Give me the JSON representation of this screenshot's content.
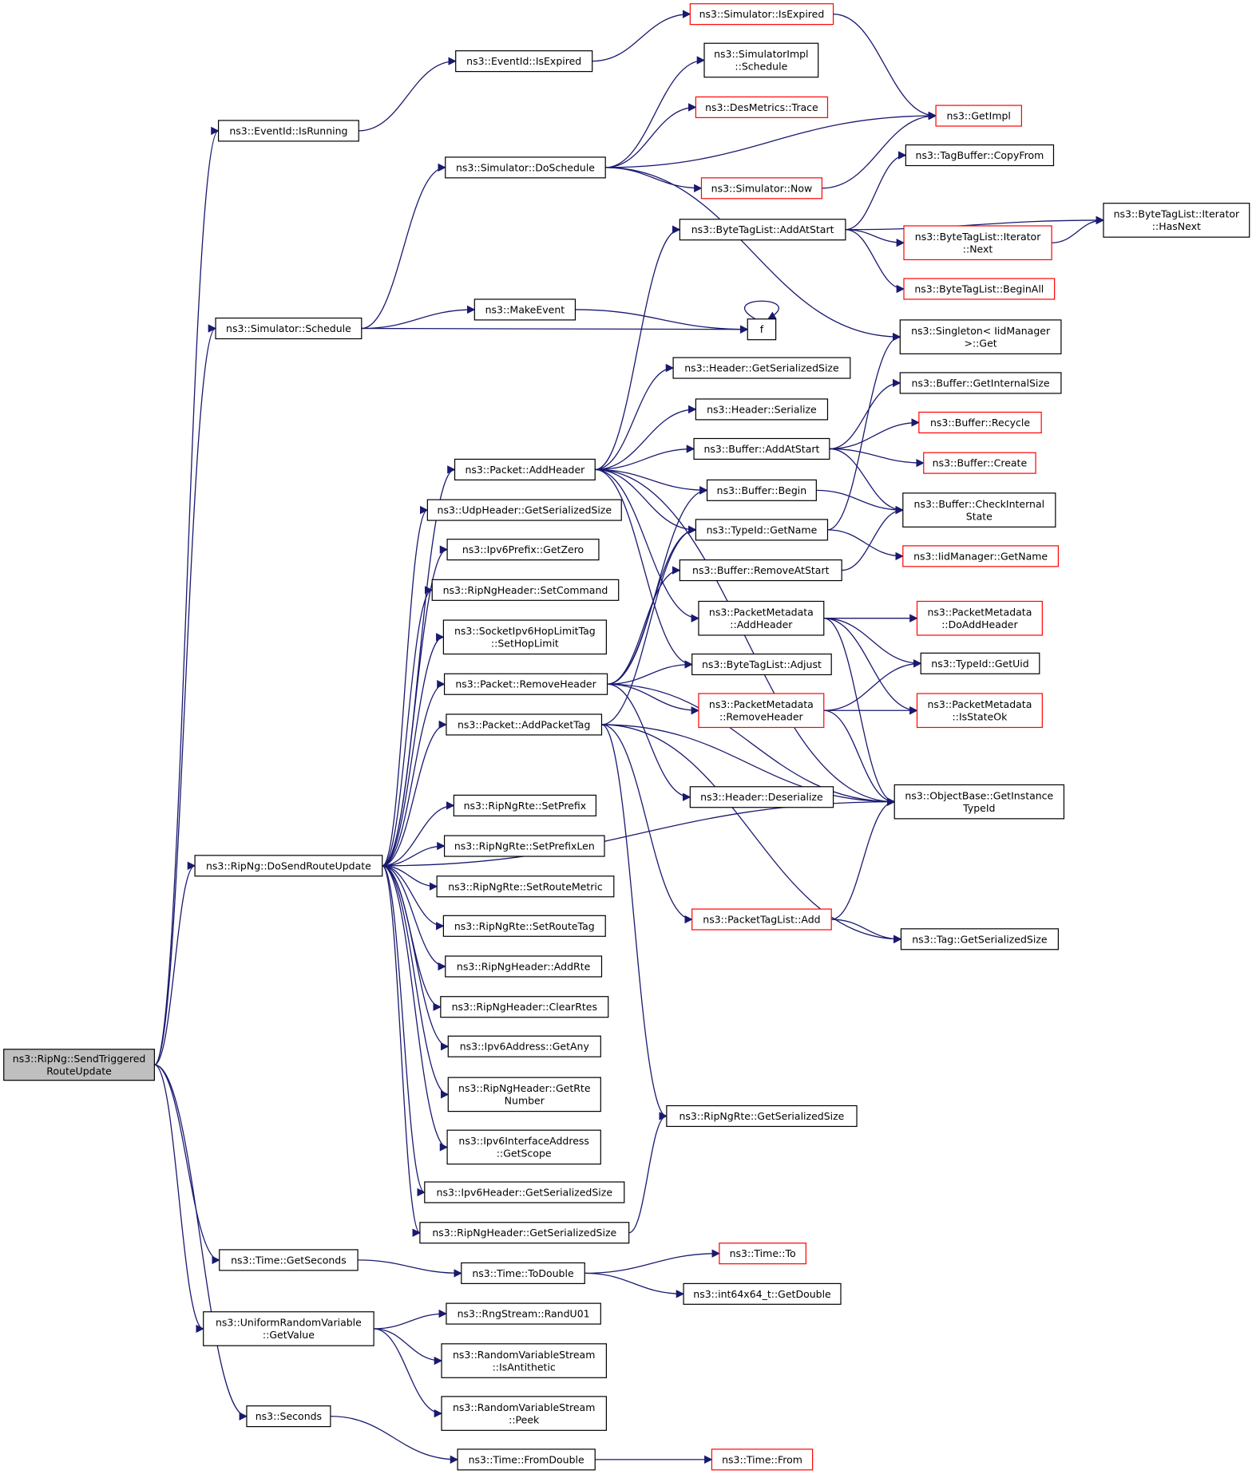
{
  "colors": {
    "edge": "#191970",
    "node_border": "#000000",
    "truncated_border": "#ff0000",
    "root_fill": "#bfbfbf"
  },
  "nodes": [
    {
      "id": "root",
      "lines": [
        "ns3::RipNg::SendTriggered",
        "RouteUpdate"
      ],
      "root": true
    },
    {
      "id": "isRunning",
      "lines": [
        "ns3::EventId::IsRunning"
      ]
    },
    {
      "id": "eidIsExpired",
      "lines": [
        "ns3::EventId::IsExpired"
      ]
    },
    {
      "id": "simIsExpired",
      "lines": [
        "ns3::Simulator::IsExpired"
      ],
      "red": true
    },
    {
      "id": "getImpl",
      "lines": [
        "ns3::GetImpl"
      ],
      "red": true
    },
    {
      "id": "simImplSchedule",
      "lines": [
        "ns3::SimulatorImpl",
        "::Schedule"
      ]
    },
    {
      "id": "desTrace",
      "lines": [
        "ns3::DesMetrics::Trace"
      ],
      "red": true
    },
    {
      "id": "doSchedule",
      "lines": [
        "ns3::Simulator::DoSchedule"
      ]
    },
    {
      "id": "simNow",
      "lines": [
        "ns3::Simulator::Now"
      ],
      "red": true
    },
    {
      "id": "tagCopyFrom",
      "lines": [
        "ns3::TagBuffer::CopyFrom"
      ]
    },
    {
      "id": "btlAddAtStart",
      "lines": [
        "ns3::ByteTagList::AddAtStart"
      ]
    },
    {
      "id": "btlIterHasNext",
      "lines": [
        "ns3::ByteTagList::Iterator",
        "::HasNext"
      ]
    },
    {
      "id": "btlIterNext",
      "lines": [
        "ns3::ByteTagList::Iterator",
        "::Next"
      ],
      "red": true
    },
    {
      "id": "btlBeginAll",
      "lines": [
        "ns3::ByteTagList::BeginAll"
      ],
      "red": true
    },
    {
      "id": "simSchedule",
      "lines": [
        "ns3::Simulator::Schedule"
      ]
    },
    {
      "id": "makeEvent",
      "lines": [
        "ns3::MakeEvent"
      ]
    },
    {
      "id": "f",
      "lines": [
        "f"
      ]
    },
    {
      "id": "singletonGet",
      "lines": [
        "ns3::Singleton< IidManager",
        ">::Get"
      ]
    },
    {
      "id": "hdrGetSerSize",
      "lines": [
        "ns3::Header::GetSerializedSize"
      ]
    },
    {
      "id": "bufGetInternalSize",
      "lines": [
        "ns3::Buffer::GetInternalSize"
      ]
    },
    {
      "id": "hdrSerialize",
      "lines": [
        "ns3::Header::Serialize"
      ]
    },
    {
      "id": "bufRecycle",
      "lines": [
        "ns3::Buffer::Recycle"
      ],
      "red": true
    },
    {
      "id": "bufAddAtStart",
      "lines": [
        "ns3::Buffer::AddAtStart"
      ]
    },
    {
      "id": "bufCreate",
      "lines": [
        "ns3::Buffer::Create"
      ],
      "red": true
    },
    {
      "id": "pktAddHeader",
      "lines": [
        "ns3::Packet::AddHeader"
      ]
    },
    {
      "id": "bufBegin",
      "lines": [
        "ns3::Buffer::Begin"
      ]
    },
    {
      "id": "bufCheckInternal",
      "lines": [
        "ns3::Buffer::CheckInternal",
        "State"
      ]
    },
    {
      "id": "udpGetSerSize",
      "lines": [
        "ns3::UdpHeader::GetSerializedSize"
      ]
    },
    {
      "id": "typeIdGetName",
      "lines": [
        "ns3::TypeId::GetName"
      ]
    },
    {
      "id": "iidGetName",
      "lines": [
        "ns3::IidManager::GetName"
      ],
      "red": true
    },
    {
      "id": "ipv6PrefixGetZero",
      "lines": [
        "ns3::Ipv6Prefix::GetZero"
      ]
    },
    {
      "id": "bufRemoveAtStart",
      "lines": [
        "ns3::Buffer::RemoveAtStart"
      ]
    },
    {
      "id": "ripHdrSetCommand",
      "lines": [
        "ns3::RipNgHeader::SetCommand"
      ]
    },
    {
      "id": "pmAddHeader",
      "lines": [
        "ns3::PacketMetadata",
        "::AddHeader"
      ]
    },
    {
      "id": "pmDoAddHeader",
      "lines": [
        "ns3::PacketMetadata",
        "::DoAddHeader"
      ],
      "red": true
    },
    {
      "id": "sockSetHopLimit",
      "lines": [
        "ns3::SocketIpv6HopLimitTag",
        "::SetHopLimit"
      ]
    },
    {
      "id": "btlAdjust",
      "lines": [
        "ns3::ByteTagList::Adjust"
      ]
    },
    {
      "id": "typeIdGetUid",
      "lines": [
        "ns3::TypeId::GetUid"
      ]
    },
    {
      "id": "pktRemoveHeader",
      "lines": [
        "ns3::Packet::RemoveHeader"
      ]
    },
    {
      "id": "pmRemoveHeader",
      "lines": [
        "ns3::PacketMetadata",
        "::RemoveHeader"
      ],
      "red": true
    },
    {
      "id": "pmIsStateOk",
      "lines": [
        "ns3::PacketMetadata",
        "::IsStateOk"
      ],
      "red": true
    },
    {
      "id": "pktAddPacketTag",
      "lines": [
        "ns3::Packet::AddPacketTag"
      ]
    },
    {
      "id": "hdrDeserialize",
      "lines": [
        "ns3::Header::Deserialize"
      ]
    },
    {
      "id": "objGetInstTypeId",
      "lines": [
        "ns3::ObjectBase::GetInstance",
        "TypeId"
      ]
    },
    {
      "id": "rteSetPrefix",
      "lines": [
        "ns3::RipNgRte::SetPrefix"
      ]
    },
    {
      "id": "rteSetPrefixLen",
      "lines": [
        "ns3::RipNgRte::SetPrefixLen"
      ]
    },
    {
      "id": "doSendRouteUpdate",
      "lines": [
        "ns3::RipNg::DoSendRouteUpdate"
      ]
    },
    {
      "id": "rteSetRouteMetric",
      "lines": [
        "ns3::RipNgRte::SetRouteMetric"
      ]
    },
    {
      "id": "ptlAdd",
      "lines": [
        "ns3::PacketTagList::Add"
      ],
      "red": true
    },
    {
      "id": "tagGetSerSize",
      "lines": [
        "ns3::Tag::GetSerializedSize"
      ]
    },
    {
      "id": "rteSetRouteTag",
      "lines": [
        "ns3::RipNgRte::SetRouteTag"
      ]
    },
    {
      "id": "ripHdrAddRte",
      "lines": [
        "ns3::RipNgHeader::AddRte"
      ]
    },
    {
      "id": "ripHdrClearRtes",
      "lines": [
        "ns3::RipNgHeader::ClearRtes"
      ]
    },
    {
      "id": "ipv6AddrGetAny",
      "lines": [
        "ns3::Ipv6Address::GetAny"
      ]
    },
    {
      "id": "ripHdrGetRteNumber",
      "lines": [
        "ns3::RipNgHeader::GetRte",
        "Number"
      ]
    },
    {
      "id": "rteGetSerSize",
      "lines": [
        "ns3::RipNgRte::GetSerializedSize"
      ]
    },
    {
      "id": "ipv6IfAddrGetScope",
      "lines": [
        "ns3::Ipv6InterfaceAddress",
        "::GetScope"
      ]
    },
    {
      "id": "ipv6HdrGetSerSize",
      "lines": [
        "ns3::Ipv6Header::GetSerializedSize"
      ]
    },
    {
      "id": "ripHdrGetSerSize",
      "lines": [
        "ns3::RipNgHeader::GetSerializedSize"
      ]
    },
    {
      "id": "timeGetSeconds",
      "lines": [
        "ns3::Time::GetSeconds"
      ]
    },
    {
      "id": "timeTo",
      "lines": [
        "ns3::Time::To"
      ],
      "red": true
    },
    {
      "id": "timeToDouble",
      "lines": [
        "ns3::Time::ToDouble"
      ]
    },
    {
      "id": "int64GetDouble",
      "lines": [
        "ns3::int64x64_t::GetDouble"
      ]
    },
    {
      "id": "urvGetValue",
      "lines": [
        "ns3::UniformRandomVariable",
        "::GetValue"
      ]
    },
    {
      "id": "rngRandU01",
      "lines": [
        "ns3::RngStream::RandU01"
      ]
    },
    {
      "id": "rvsIsAntithetic",
      "lines": [
        "ns3::RandomVariableStream",
        "::IsAntithetic"
      ]
    },
    {
      "id": "rvsPeek",
      "lines": [
        "ns3::RandomVariableStream",
        "::Peek"
      ]
    },
    {
      "id": "seconds",
      "lines": [
        "ns3::Seconds"
      ]
    },
    {
      "id": "timeFromDouble",
      "lines": [
        "ns3::Time::FromDouble"
      ]
    },
    {
      "id": "timeFrom",
      "lines": [
        "ns3::Time::From"
      ],
      "red": true
    }
  ],
  "edges": [
    [
      "root",
      "isRunning"
    ],
    [
      "root",
      "simSchedule"
    ],
    [
      "root",
      "doSendRouteUpdate"
    ],
    [
      "root",
      "timeGetSeconds"
    ],
    [
      "root",
      "urvGetValue"
    ],
    [
      "root",
      "seconds"
    ],
    [
      "isRunning",
      "eidIsExpired"
    ],
    [
      "eidIsExpired",
      "simIsExpired"
    ],
    [
      "simIsExpired",
      "getImpl"
    ],
    [
      "simSchedule",
      "doSchedule"
    ],
    [
      "simSchedule",
      "makeEvent"
    ],
    [
      "simSchedule",
      "f"
    ],
    [
      "doSchedule",
      "simImplSchedule"
    ],
    [
      "doSchedule",
      "desTrace"
    ],
    [
      "doSchedule",
      "getImpl"
    ],
    [
      "doSchedule",
      "simNow"
    ],
    [
      "doSchedule",
      "singletonGet"
    ],
    [
      "simNow",
      "getImpl"
    ],
    [
      "makeEvent",
      "f"
    ],
    [
      "f",
      "f"
    ],
    [
      "btlAddAtStart",
      "tagCopyFrom"
    ],
    [
      "btlAddAtStart",
      "btlIterHasNext"
    ],
    [
      "btlAddAtStart",
      "btlIterNext"
    ],
    [
      "btlAddAtStart",
      "btlBeginAll"
    ],
    [
      "btlIterNext",
      "btlIterHasNext"
    ],
    [
      "doSendRouteUpdate",
      "pktAddHeader"
    ],
    [
      "doSendRouteUpdate",
      "udpGetSerSize"
    ],
    [
      "doSendRouteUpdate",
      "ipv6PrefixGetZero"
    ],
    [
      "doSendRouteUpdate",
      "ripHdrSetCommand"
    ],
    [
      "doSendRouteUpdate",
      "sockSetHopLimit"
    ],
    [
      "doSendRouteUpdate",
      "pktRemoveHeader"
    ],
    [
      "doSendRouteUpdate",
      "pktAddPacketTag"
    ],
    [
      "doSendRouteUpdate",
      "objGetInstTypeId"
    ],
    [
      "doSendRouteUpdate",
      "rteSetPrefix"
    ],
    [
      "doSendRouteUpdate",
      "rteSetPrefixLen"
    ],
    [
      "doSendRouteUpdate",
      "rteSetRouteMetric"
    ],
    [
      "doSendRouteUpdate",
      "rteSetRouteTag"
    ],
    [
      "doSendRouteUpdate",
      "ripHdrAddRte"
    ],
    [
      "doSendRouteUpdate",
      "ripHdrClearRtes"
    ],
    [
      "doSendRouteUpdate",
      "ipv6AddrGetAny"
    ],
    [
      "doSendRouteUpdate",
      "ripHdrGetRteNumber"
    ],
    [
      "doSendRouteUpdate",
      "ipv6IfAddrGetScope"
    ],
    [
      "doSendRouteUpdate",
      "ipv6HdrGetSerSize"
    ],
    [
      "doSendRouteUpdate",
      "ripHdrGetSerSize"
    ],
    [
      "pktAddHeader",
      "btlAddAtStart"
    ],
    [
      "pktAddHeader",
      "hdrGetSerSize"
    ],
    [
      "pktAddHeader",
      "hdrSerialize"
    ],
    [
      "pktAddHeader",
      "bufAddAtStart"
    ],
    [
      "pktAddHeader",
      "bufBegin"
    ],
    [
      "pktAddHeader",
      "typeIdGetName"
    ],
    [
      "pktAddHeader",
      "pmAddHeader"
    ],
    [
      "pktAddHeader",
      "btlAdjust"
    ],
    [
      "pktAddHeader",
      "objGetInstTypeId"
    ],
    [
      "bufAddAtStart",
      "bufGetInternalSize"
    ],
    [
      "bufAddAtStart",
      "bufRecycle"
    ],
    [
      "bufAddAtStart",
      "bufCreate"
    ],
    [
      "bufAddAtStart",
      "bufCheckInternal"
    ],
    [
      "bufBegin",
      "bufCheckInternal"
    ],
    [
      "typeIdGetName",
      "singletonGet"
    ],
    [
      "typeIdGetName",
      "iidGetName"
    ],
    [
      "bufRemoveAtStart",
      "bufCheckInternal"
    ],
    [
      "pmAddHeader",
      "pmDoAddHeader"
    ],
    [
      "pmAddHeader",
      "typeIdGetUid"
    ],
    [
      "pmAddHeader",
      "pmIsStateOk"
    ],
    [
      "pmAddHeader",
      "objGetInstTypeId"
    ],
    [
      "pktRemoveHeader",
      "bufBegin"
    ],
    [
      "pktRemoveHeader",
      "typeIdGetName"
    ],
    [
      "pktRemoveHeader",
      "bufRemoveAtStart"
    ],
    [
      "pktRemoveHeader",
      "btlAdjust"
    ],
    [
      "pktRemoveHeader",
      "pmRemoveHeader"
    ],
    [
      "pktRemoveHeader",
      "hdrDeserialize"
    ],
    [
      "pktRemoveHeader",
      "objGetInstTypeId"
    ],
    [
      "pmRemoveHeader",
      "typeIdGetUid"
    ],
    [
      "pmRemoveHeader",
      "pmIsStateOk"
    ],
    [
      "pmRemoveHeader",
      "objGetInstTypeId"
    ],
    [
      "pktAddPacketTag",
      "typeIdGetName"
    ],
    [
      "pktAddPacketTag",
      "ptlAdd"
    ],
    [
      "pktAddPacketTag",
      "tagGetSerSize"
    ],
    [
      "pktAddPacketTag",
      "objGetInstTypeId"
    ],
    [
      "pktAddPacketTag",
      "rteGetSerSize"
    ],
    [
      "ptlAdd",
      "tagGetSerSize"
    ],
    [
      "ptlAdd",
      "objGetInstTypeId"
    ],
    [
      "ripHdrGetSerSize",
      "rteGetSerSize"
    ],
    [
      "timeGetSeconds",
      "timeToDouble"
    ],
    [
      "timeToDouble",
      "timeTo"
    ],
    [
      "timeToDouble",
      "int64GetDouble"
    ],
    [
      "urvGetValue",
      "rngRandU01"
    ],
    [
      "urvGetValue",
      "rvsIsAntithetic"
    ],
    [
      "urvGetValue",
      "rvsPeek"
    ],
    [
      "seconds",
      "timeFromDouble"
    ],
    [
      "timeFromDouble",
      "timeFrom"
    ]
  ]
}
